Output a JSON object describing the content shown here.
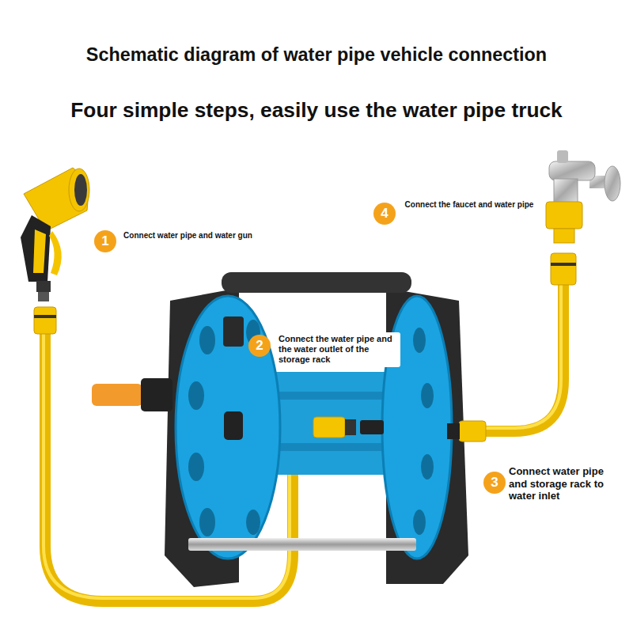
{
  "diagram": {
    "title": "Schematic diagram of water pipe vehicle connection",
    "nodes": [
      {
        "text": [
          "1",
          "Connect water pipe and water gun"
        ]
      },
      {
        "text": [
          "2",
          "Connect the water pipe and the water outlet of the storage rack"
        ]
      },
      {
        "text": [
          "3",
          "Connect water pipe and storage rack to water inlet"
        ]
      },
      {
        "text": [
          "4",
          "Connect the faucet and water pipe"
        ]
      }
    ],
    "labels": [
      "Four simple steps, easily use the water pipe truck"
    ]
  }
}
